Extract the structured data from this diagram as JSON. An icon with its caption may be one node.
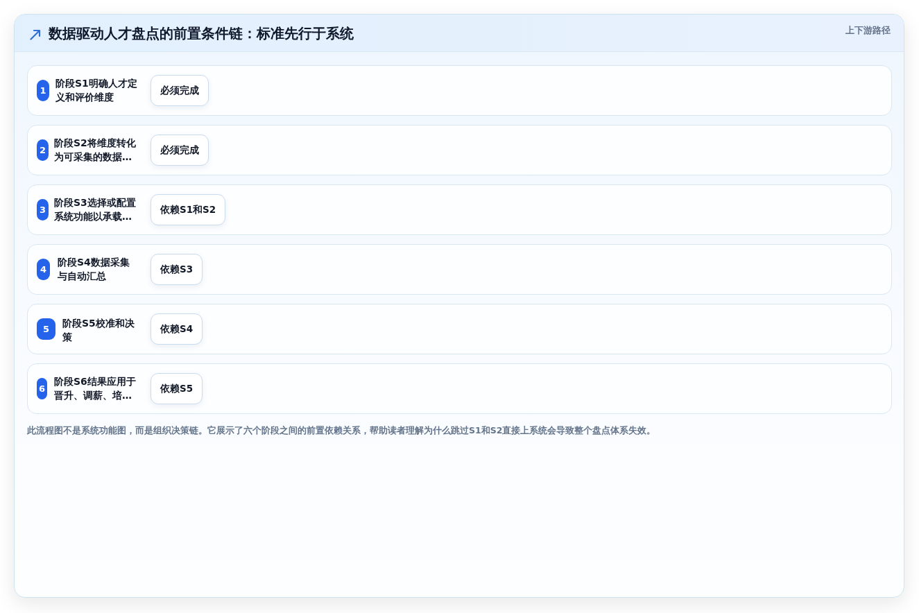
{
  "diagram": {
    "title": "数据驱动人才盘点的前置条件链：标准先行于系统",
    "caption": "此流程图不是系统功能图，而是组织决策链。它展示了六个阶段之间的前置依赖关系，帮助读者理解为什么跳过S1和S2直接上系统会导致整个盘点体系失效。",
    "nodes": [
      {
        "text": [
          "阶段S1明确人才定义和评价维度"
        ]
      },
      {
        "text": [
          "1"
        ],
        "in": 0
      },
      {
        "text": [
          "必须完成"
        ],
        "in": 0
      },
      {
        "text": [
          "阶段S2将维度转化为可采集的数据…"
        ]
      },
      {
        "text": [
          "2"
        ],
        "in": 3
      },
      {
        "text": [
          "必须完成"
        ],
        "in": 3
      },
      {
        "text": [
          "阶段S3选择或配置系统功能以承载…"
        ]
      },
      {
        "text": [
          "3"
        ],
        "in": 6
      },
      {
        "text": [
          "依赖S1和S2"
        ],
        "in": 6
      },
      {
        "text": [
          "阶段S4数据采集与自动汇总"
        ]
      },
      {
        "text": [
          "4"
        ],
        "in": 9
      },
      {
        "text": [
          "依赖S3"
        ],
        "in": 9
      },
      {
        "text": [
          "阶段S5校准和决策"
        ]
      },
      {
        "text": [
          "5"
        ],
        "in": 12
      },
      {
        "text": [
          "依赖S4"
        ],
        "in": 12
      },
      {
        "text": [
          "阶段S6结果应用于晋升、调薪、培…"
        ]
      },
      {
        "text": [
          "6"
        ],
        "in": 15
      },
      {
        "text": [
          "依赖S5"
        ],
        "in": 15
      }
    ],
    "labels": [
      "上下游路径"
    ]
  }
}
